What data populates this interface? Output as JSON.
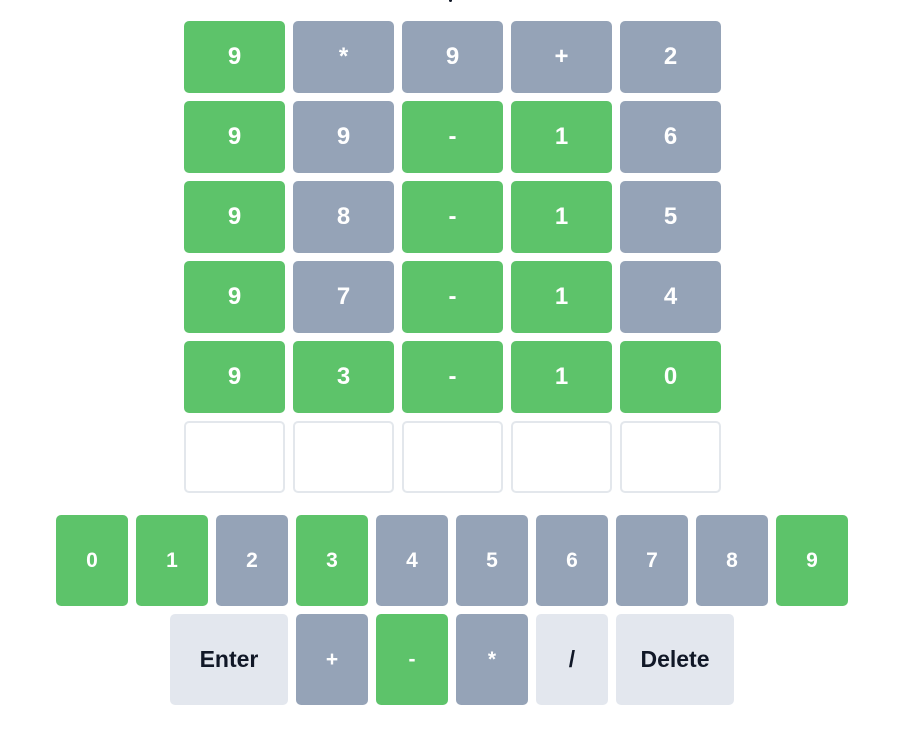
{
  "board": {
    "rows": [
      [
        {
          "char": "9",
          "state": "green"
        },
        {
          "char": "*",
          "state": "gray"
        },
        {
          "char": "9",
          "state": "gray"
        },
        {
          "char": "+",
          "state": "gray"
        },
        {
          "char": "2",
          "state": "gray"
        }
      ],
      [
        {
          "char": "9",
          "state": "green"
        },
        {
          "char": "9",
          "state": "gray"
        },
        {
          "char": "-",
          "state": "green"
        },
        {
          "char": "1",
          "state": "green"
        },
        {
          "char": "6",
          "state": "gray"
        }
      ],
      [
        {
          "char": "9",
          "state": "green"
        },
        {
          "char": "8",
          "state": "gray"
        },
        {
          "char": "-",
          "state": "green"
        },
        {
          "char": "1",
          "state": "green"
        },
        {
          "char": "5",
          "state": "gray"
        }
      ],
      [
        {
          "char": "9",
          "state": "green"
        },
        {
          "char": "7",
          "state": "gray"
        },
        {
          "char": "-",
          "state": "green"
        },
        {
          "char": "1",
          "state": "green"
        },
        {
          "char": "4",
          "state": "gray"
        }
      ],
      [
        {
          "char": "9",
          "state": "green"
        },
        {
          "char": "3",
          "state": "green"
        },
        {
          "char": "-",
          "state": "green"
        },
        {
          "char": "1",
          "state": "green"
        },
        {
          "char": "0",
          "state": "green"
        }
      ],
      [
        {
          "char": "",
          "state": "empty"
        },
        {
          "char": "",
          "state": "empty"
        },
        {
          "char": "",
          "state": "empty"
        },
        {
          "char": "",
          "state": "empty"
        },
        {
          "char": "",
          "state": "empty"
        }
      ]
    ]
  },
  "keyboard": {
    "digits": [
      {
        "label": "0",
        "state": "green"
      },
      {
        "label": "1",
        "state": "green"
      },
      {
        "label": "2",
        "state": "gray"
      },
      {
        "label": "3",
        "state": "green"
      },
      {
        "label": "4",
        "state": "gray"
      },
      {
        "label": "5",
        "state": "gray"
      },
      {
        "label": "6",
        "state": "gray"
      },
      {
        "label": "7",
        "state": "gray"
      },
      {
        "label": "8",
        "state": "gray"
      },
      {
        "label": "9",
        "state": "green"
      }
    ],
    "controls": [
      {
        "label": "Enter",
        "state": "plain",
        "kind": "enter"
      },
      {
        "label": "+",
        "state": "gray",
        "kind": "op"
      },
      {
        "label": "-",
        "state": "green",
        "kind": "op"
      },
      {
        "label": "*",
        "state": "gray",
        "kind": "op"
      },
      {
        "label": "/",
        "state": "plain",
        "kind": "op"
      },
      {
        "label": "Delete",
        "state": "plain",
        "kind": "delete"
      }
    ]
  },
  "colors": {
    "green": "#5dc36a",
    "gray": "#95a3b7",
    "key_plain": "#e3e7ee",
    "empty_border": "#e3e7ec",
    "text_dark": "#111827"
  }
}
